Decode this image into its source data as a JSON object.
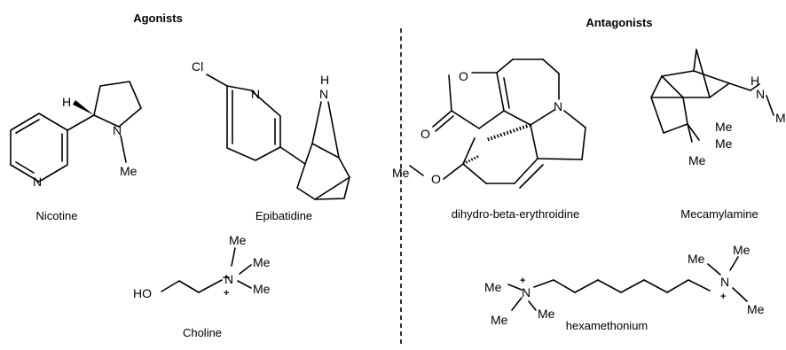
{
  "headings": {
    "agonists": "Agonists",
    "antagonists": "Antagonists"
  },
  "compounds": {
    "nicotine": "Nicotine",
    "epibatidine": "Epibatidine",
    "choline": "Choline",
    "dihydro_beta_erythroidine": "dihydro-beta-erythroidine",
    "mecamylamine": "Mecamylamine",
    "hexamethonium": "hexamethonium"
  },
  "atoms": {
    "H": "H",
    "N": "N",
    "Cl": "Cl",
    "O": "O",
    "Me": "Me",
    "M": "M",
    "HO": "HO",
    "plus": "+"
  }
}
